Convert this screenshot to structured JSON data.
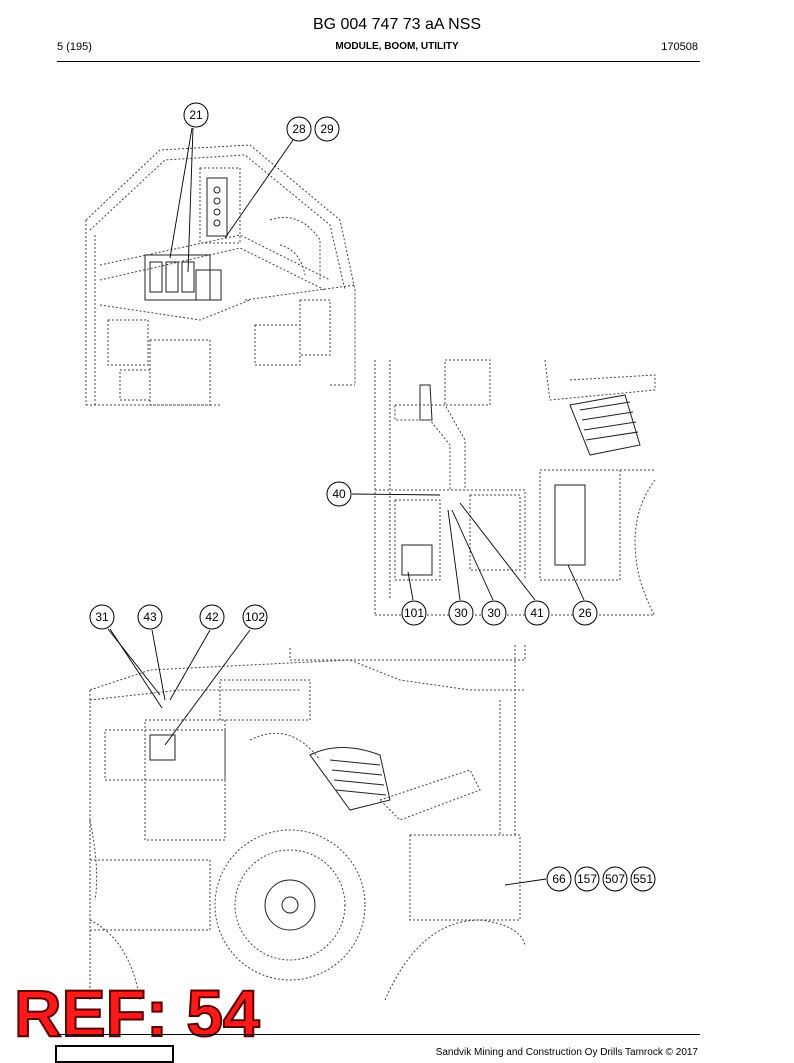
{
  "header": {
    "doc_id": "BG 004 747 73 aA NSS",
    "page": "5 (195)",
    "section": "MODULE, BOOM, UTILITY",
    "date": "170508"
  },
  "footer": {
    "copyright": "Sandvik Mining and Construction Oy Drills Tamrock © 2017"
  },
  "overlay": {
    "ref_label": "REF: 54"
  },
  "callouts": {
    "c21": "21",
    "c28": "28",
    "c29": "29",
    "c40": "40",
    "c101": "101",
    "c30a": "30",
    "c30b": "30",
    "c41": "41",
    "c26": "26",
    "c31": "31",
    "c43": "43",
    "c42": "42",
    "c102": "102",
    "c66": "66",
    "c157": "157",
    "c507": "507",
    "c551": "551"
  }
}
